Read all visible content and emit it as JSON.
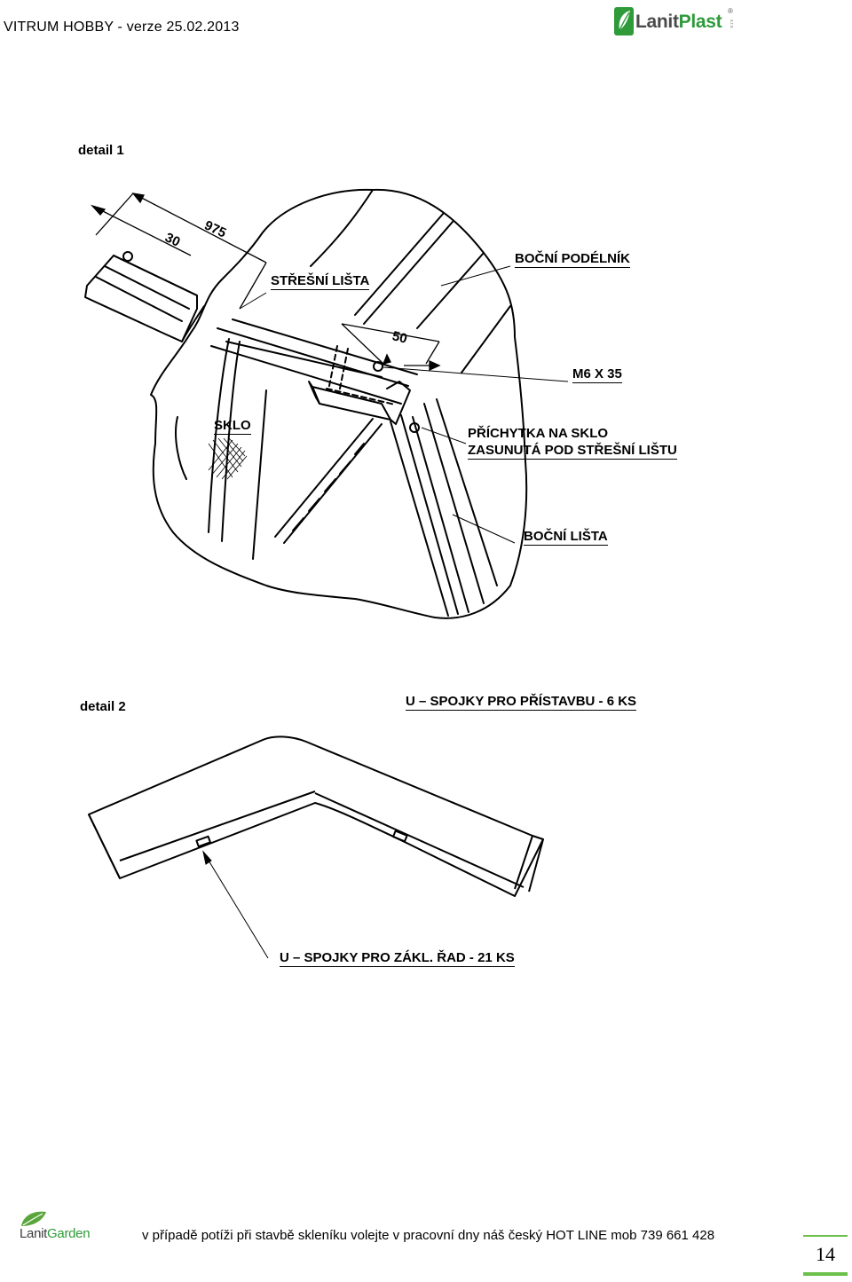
{
  "header": {
    "title": "VITRUM HOBBY - verze 25.02.2013",
    "logo_text_a": "Lanit",
    "logo_text_b": "Plast",
    "logo_reg": "®",
    "logo_small": "s.r.o."
  },
  "detail1": {
    "label": "detail 1",
    "dim_975": "975",
    "dim_30": "30",
    "dim_50": "50",
    "callouts": {
      "stresni_lista": "STŘEŠNÍ LIŠTA",
      "bocni_podelnik": "BOČNÍ PODÉLNÍK",
      "m6x35": "M6 X 35",
      "sklo": "SKLO",
      "prichytka_line1": "PŘÍCHYTKA NA SKLO",
      "prichytka_line2": "ZASUNUTÁ POD STŘEŠNÍ LIŠTU",
      "bocni_lista": "BOČNÍ LIŠTA"
    }
  },
  "detail2": {
    "label": "detail 2",
    "title": "U – SPOJKY PRO PŘÍSTAVBU - 6 KS",
    "callout": "U – SPOJKY PRO ZÁKL. ŘAD - 21 KS"
  },
  "footer": {
    "logo_a": "Lanit",
    "logo_b": "Garden",
    "hotline": "v případě potíži při stavbě skleníku volejte v pracovní dny náš český HOT LINE mob 739 661 428",
    "page_number": "14"
  }
}
